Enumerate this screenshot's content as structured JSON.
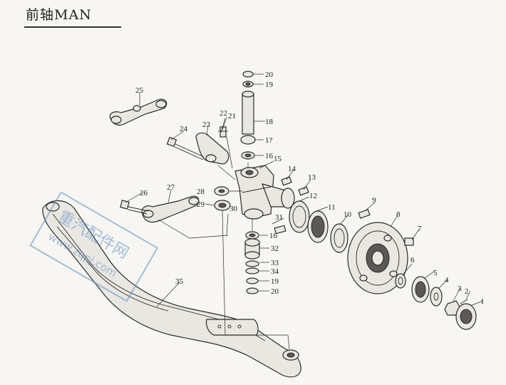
{
  "page": {
    "title": "前轴MAN"
  },
  "watermark": {
    "line1": "重汽配件网",
    "line2": "www.zqpj.com",
    "color": "#5d8fc8"
  },
  "callouts": [
    {
      "id": "c1",
      "text": "1"
    },
    {
      "id": "c2",
      "text": "2"
    },
    {
      "id": "c3",
      "text": "3"
    },
    {
      "id": "c4",
      "text": "4"
    },
    {
      "id": "c5",
      "text": "5"
    },
    {
      "id": "c6",
      "text": "6"
    },
    {
      "id": "c7",
      "text": "7"
    },
    {
      "id": "c8",
      "text": "8"
    },
    {
      "id": "c9",
      "text": "9"
    },
    {
      "id": "c10",
      "text": "10"
    },
    {
      "id": "c11",
      "text": "11"
    },
    {
      "id": "c12",
      "text": "12"
    },
    {
      "id": "c13",
      "text": "13"
    },
    {
      "id": "c14",
      "text": "14"
    },
    {
      "id": "c15",
      "text": "15"
    },
    {
      "id": "c16a",
      "text": "16"
    },
    {
      "id": "c16b",
      "text": "16"
    },
    {
      "id": "c17",
      "text": "1?"
    },
    {
      "id": "c18",
      "text": "18"
    },
    {
      "id": "c19a",
      "text": "19"
    },
    {
      "id": "c19b",
      "text": "19"
    },
    {
      "id": "c20a",
      "text": "20"
    },
    {
      "id": "c20b",
      "text": "20"
    },
    {
      "id": "c21",
      "text": "21"
    },
    {
      "id": "c22",
      "text": "22"
    },
    {
      "id": "c23",
      "text": "23"
    },
    {
      "id": "c24",
      "text": "24"
    },
    {
      "id": "c25",
      "text": "25"
    },
    {
      "id": "c26",
      "text": "26"
    },
    {
      "id": "c27",
      "text": "27"
    },
    {
      "id": "c28",
      "text": "28"
    },
    {
      "id": "c29",
      "text": "29"
    },
    {
      "id": "c30",
      "text": "30"
    },
    {
      "id": "c31",
      "text": "31"
    },
    {
      "id": "c32",
      "text": "32"
    },
    {
      "id": "c33",
      "text": "33"
    },
    {
      "id": "c34",
      "text": "34"
    },
    {
      "id": "c35",
      "text": "35"
    }
  ]
}
